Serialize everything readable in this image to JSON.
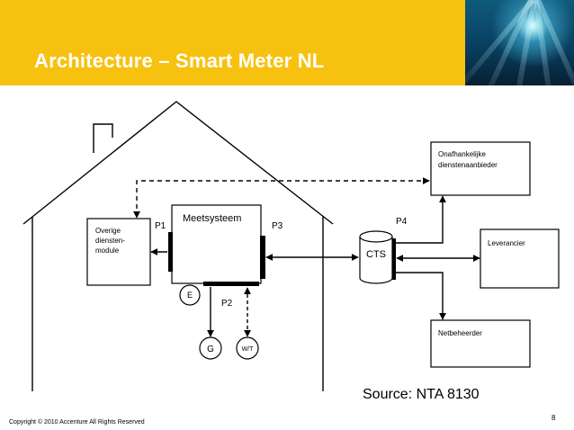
{
  "slide": {
    "title": "Architecture – Smart Meter NL",
    "source": "Source: NTA 8130",
    "copyright": "Copyright © 2010 Accenture  All Rights Reserved",
    "page_number": "8"
  },
  "diagram": {
    "meetsysteem": "Meetsysteem",
    "overige_line1": "Overige",
    "overige_line2": "diensten-",
    "overige_line3": "module",
    "ports": {
      "p1": "P1",
      "p2": "P2",
      "p3": "P3",
      "p4": "P4"
    },
    "e": "E",
    "g": "G",
    "wt": "W/T",
    "cts": "CTS",
    "onafhankelijke_line1": "Onafhankelijke",
    "onafhankelijke_line2": "dienstenaanbieder",
    "leverancier": "Leverancier",
    "netbeheerder": "Netbeheerder"
  },
  "colors": {
    "banner": "#f7c10f",
    "title_text": "#ffffff",
    "lines": "#000000"
  }
}
